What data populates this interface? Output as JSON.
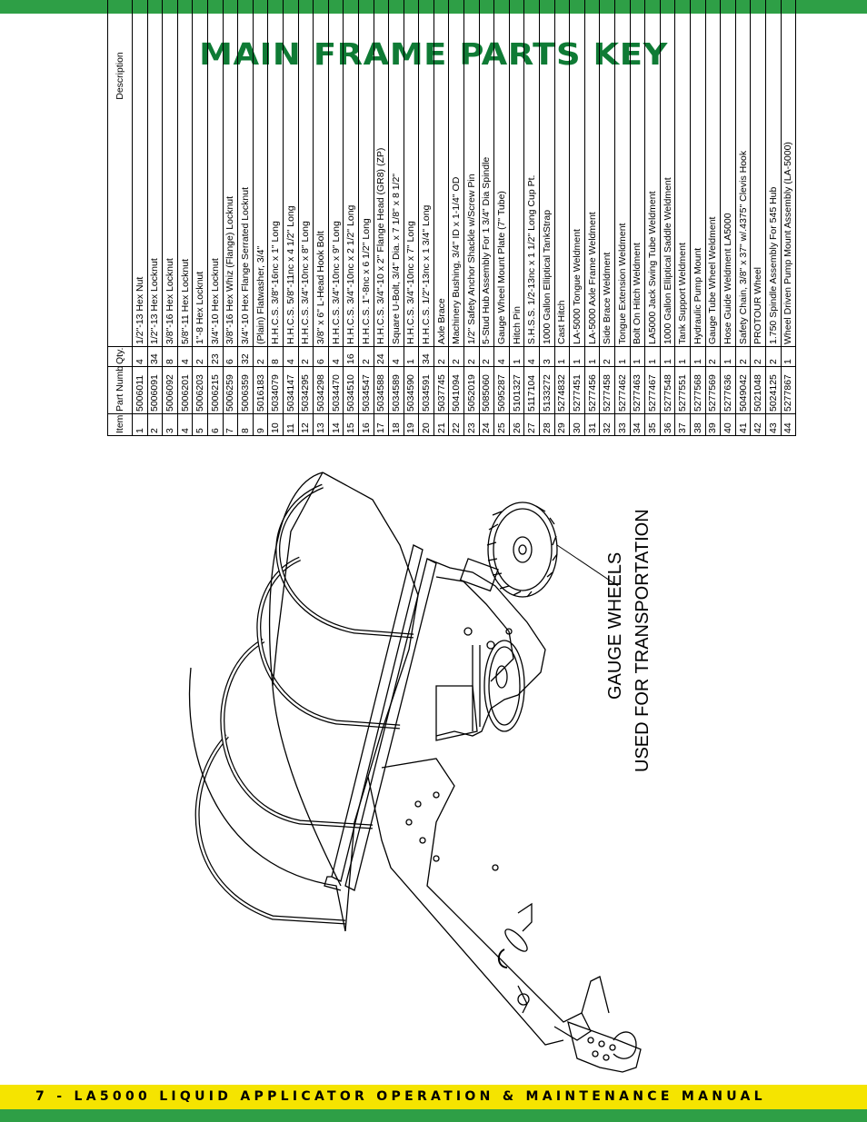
{
  "colors": {
    "brand_green": "#2e9f46",
    "brand_yellow": "#f5e400",
    "title_green": "#0f7b35"
  },
  "title": "MAIN FRAME PARTS KEY",
  "table": {
    "headers": {
      "item": "Item No",
      "part": "Part Number",
      "qty": "Qty.",
      "desc": "Description"
    },
    "rows": [
      {
        "item": "1",
        "part": "5006011",
        "qty": "4",
        "desc": "1/2\"-13 Hex Nut"
      },
      {
        "item": "2",
        "part": "5006091",
        "qty": "34",
        "desc": "1/2\"-13 Hex Locknut"
      },
      {
        "item": "3",
        "part": "5006092",
        "qty": "8",
        "desc": "3/8\"-16 Hex Locknut"
      },
      {
        "item": "4",
        "part": "5006201",
        "qty": "4",
        "desc": "5/8\"-11 Hex Locknut"
      },
      {
        "item": "5",
        "part": "5006203",
        "qty": "2",
        "desc": "1\"-8 Hex Locknut"
      },
      {
        "item": "6",
        "part": "5006215",
        "qty": "23",
        "desc": "3/4\"-10 Hex Locknut"
      },
      {
        "item": "7",
        "part": "5006259",
        "qty": "6",
        "desc": "3/8\"-16 Hex Whiz (Flange) Locknut"
      },
      {
        "item": "8",
        "part": "5006359",
        "qty": "32",
        "desc": "3/4\"-10 Hex Flange Serrated Locknut"
      },
      {
        "item": "9",
        "part": "5016183",
        "qty": "2",
        "desc": "(Plain) Flatwasher, 3/4\""
      },
      {
        "item": "10",
        "part": "5034079",
        "qty": "8",
        "desc": "H.H.C.S. 3/8\"-16nc x 1\" Long"
      },
      {
        "item": "11",
        "part": "5034147",
        "qty": "4",
        "desc": "H.H.C.S. 5/8\"-11nc x 4 1/2\" Long"
      },
      {
        "item": "12",
        "part": "5034295",
        "qty": "2",
        "desc": "H.H.C.S. 3/4\"-10nc x 8\" Long"
      },
      {
        "item": "13",
        "part": "5034298",
        "qty": "6",
        "desc": "3/8\" x 6\" L-Head Hook Bolt"
      },
      {
        "item": "14",
        "part": "5034470",
        "qty": "4",
        "desc": "H.H.C.S. 3/4\"-10nc x 9\" Long"
      },
      {
        "item": "15",
        "part": "5034510",
        "qty": "16",
        "desc": "H.H.C.S. 3/4\"-10nc x 2 1/2\" Long"
      },
      {
        "item": "16",
        "part": "5034547",
        "qty": "2",
        "desc": "H.H.C.S. 1\"-8nc x 6 1/2\" Long"
      },
      {
        "item": "17",
        "part": "5034588",
        "qty": "24",
        "desc": "H.H.C.S. 3/4\"-10 x 2\" Flange Head (GR8) (ZP)"
      },
      {
        "item": "18",
        "part": "5034589",
        "qty": "4",
        "desc": "Square U-Bolt, 3/4\" Dia. x 7 1/8\" x 8 1/2\""
      },
      {
        "item": "19",
        "part": "5034590",
        "qty": "1",
        "desc": "H.H.C.S. 3/4\"-10nc x 7\" Long"
      },
      {
        "item": "20",
        "part": "5034591",
        "qty": "34",
        "desc": "H.H.C.S. 1/2\"-13nc x 1 3/4\" Long"
      },
      {
        "item": "21",
        "part": "5037745",
        "qty": "2",
        "desc": "Axle Brace"
      },
      {
        "item": "22",
        "part": "5041094",
        "qty": "2",
        "desc": "Machinery Bushing, 3/4\" ID x 1-1/4\" OD"
      },
      {
        "item": "23",
        "part": "5052019",
        "qty": "2",
        "desc": "1/2\" Safety Anchor Shackle w/Screw Pin"
      },
      {
        "item": "24",
        "part": "5085060",
        "qty": "2",
        "desc": "5-Stud Hub Assembly For 1 3/4\" Dia Spindle"
      },
      {
        "item": "25",
        "part": "5095287",
        "qty": "4",
        "desc": "Gauge Wheel Mount Plate (7\" Tube)"
      },
      {
        "item": "26",
        "part": "5101327",
        "qty": "1",
        "desc": "Hitch Pin"
      },
      {
        "item": "27",
        "part": "5117104",
        "qty": "4",
        "desc": "S.H.S.S. 1/2-13nc x 1 1/2\" Long Cup Pt."
      },
      {
        "item": "28",
        "part": "5133272",
        "qty": "3",
        "desc": "1000 Gallon Elliptical TankStrap"
      },
      {
        "item": "29",
        "part": "5274832",
        "qty": "1",
        "desc": "Cast Hitch"
      },
      {
        "item": "30",
        "part": "5277451",
        "qty": "1",
        "desc": "LA-5000 Tongue Weldment"
      },
      {
        "item": "31",
        "part": "5277456",
        "qty": "1",
        "desc": "LA-5000 Axle Frame Weldment"
      },
      {
        "item": "32",
        "part": "5277458",
        "qty": "2",
        "desc": "Side Brace Weldment"
      },
      {
        "item": "33",
        "part": "5277462",
        "qty": "1",
        "desc": "Tongue Extension Weldment"
      },
      {
        "item": "34",
        "part": "5277463",
        "qty": "1",
        "desc": "Bolt On Hitch Weldment"
      },
      {
        "item": "35",
        "part": "5277467",
        "qty": "1",
        "desc": "LA5000 Jack Swing Tube Weldment"
      },
      {
        "item": "36",
        "part": "5277548",
        "qty": "1",
        "desc": "1000 Gallon Elliptical Saddle Weldment"
      },
      {
        "item": "37",
        "part": "5277551",
        "qty": "1",
        "desc": "Tank Support Weldment"
      },
      {
        "item": "38",
        "part": "5277568",
        "qty": "1",
        "desc": "Hydraulic Pump Mount"
      },
      {
        "item": "39",
        "part": "5277569",
        "qty": "2",
        "desc": "Gauge Tube Wheel Weldment"
      },
      {
        "item": "40",
        "part": "5277636",
        "qty": "1",
        "desc": "Hose Guide Weldment LA5000"
      },
      {
        "item": "41",
        "part": "5049042",
        "qty": "2",
        "desc": "Safety Chain, 3/8\" x 37\" w/.4375\" Clevis Hook"
      },
      {
        "item": "42",
        "part": "5021048",
        "qty": "2",
        "desc": "PROTOUR Wheel"
      },
      {
        "item": "43",
        "part": "5024125",
        "qty": "2",
        "desc": "1.750 Spindle Assembly For 545 Hub"
      },
      {
        "item": "44",
        "part": "5277867",
        "qty": "1",
        "desc": "Wheel Driven Pump Mount Assembly (LA-5000)"
      }
    ]
  },
  "callout": {
    "line1": "GAUGE WHEELS",
    "line2": "USED FOR TRANSPORTATION"
  },
  "footer": "7  -  LA5000 LIQUID APPLICATOR OPERATION & MAINTENANCE MANUAL"
}
